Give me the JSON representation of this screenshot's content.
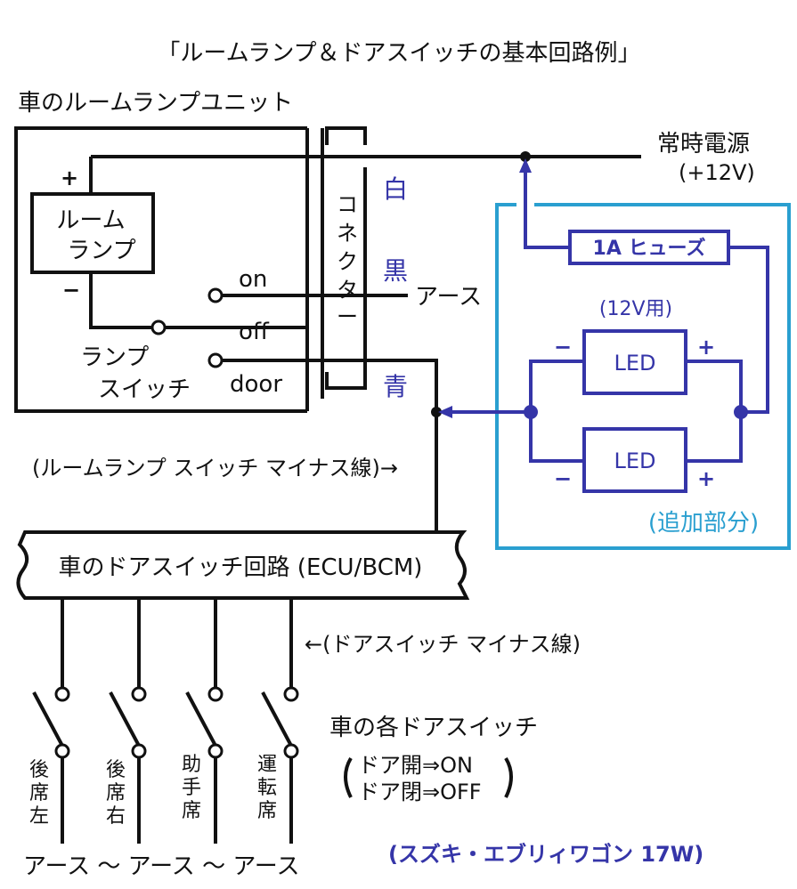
{
  "title": "「ルームランプ＆ドアスイッチの基本回路例」",
  "unit_label": "車のルームランプユニット",
  "power_source": {
    "line1": "常時電源",
    "line2": "(+12V)"
  },
  "connector": {
    "label": [
      "コ",
      "ネ",
      "ク",
      "タ",
      "ー"
    ],
    "wire_white": "白",
    "wire_black": "黒",
    "wire_blue": "青"
  },
  "lamp": {
    "line1": "ルーム",
    "line2": "ランプ",
    "plus": "+",
    "minus": "−"
  },
  "lamp_switch": {
    "line1": "ランプ",
    "line2": "スイッチ",
    "pos_on": "on",
    "pos_off": "off",
    "pos_door": "door"
  },
  "ground_label": "アース",
  "added_section": {
    "fuse": "1A ヒューズ",
    "led_spec": "(12V用)",
    "led1": "LED",
    "led2": "LED",
    "minus": "−",
    "plus": "+",
    "label": "(追加部分)"
  },
  "room_lamp_minus_wire": "(ルームランプ スイッチ マイナス線)→",
  "ecu": "車のドアスイッチ回路 (ECU/BCM)",
  "door_minus_wire": "←(ドアスイッチ マイナス線)",
  "door_switches": {
    "title": "車の各ドアスイッチ",
    "line1": "ドア開⇒ON",
    "line2": "ドア閉⇒OFF",
    "labels": [
      [
        "後",
        "席",
        "左"
      ],
      [
        "後",
        "席",
        "右"
      ],
      [
        "助",
        "手",
        "席"
      ],
      [
        "運",
        "転",
        "席"
      ]
    ]
  },
  "ground_row": "アース 〜 アース 〜 アース",
  "vehicle": "(スズキ・エブリィワゴン 17W)",
  "colors": {
    "line": "#111111",
    "added": "#3535a8",
    "frame": "#2a9fd0"
  }
}
